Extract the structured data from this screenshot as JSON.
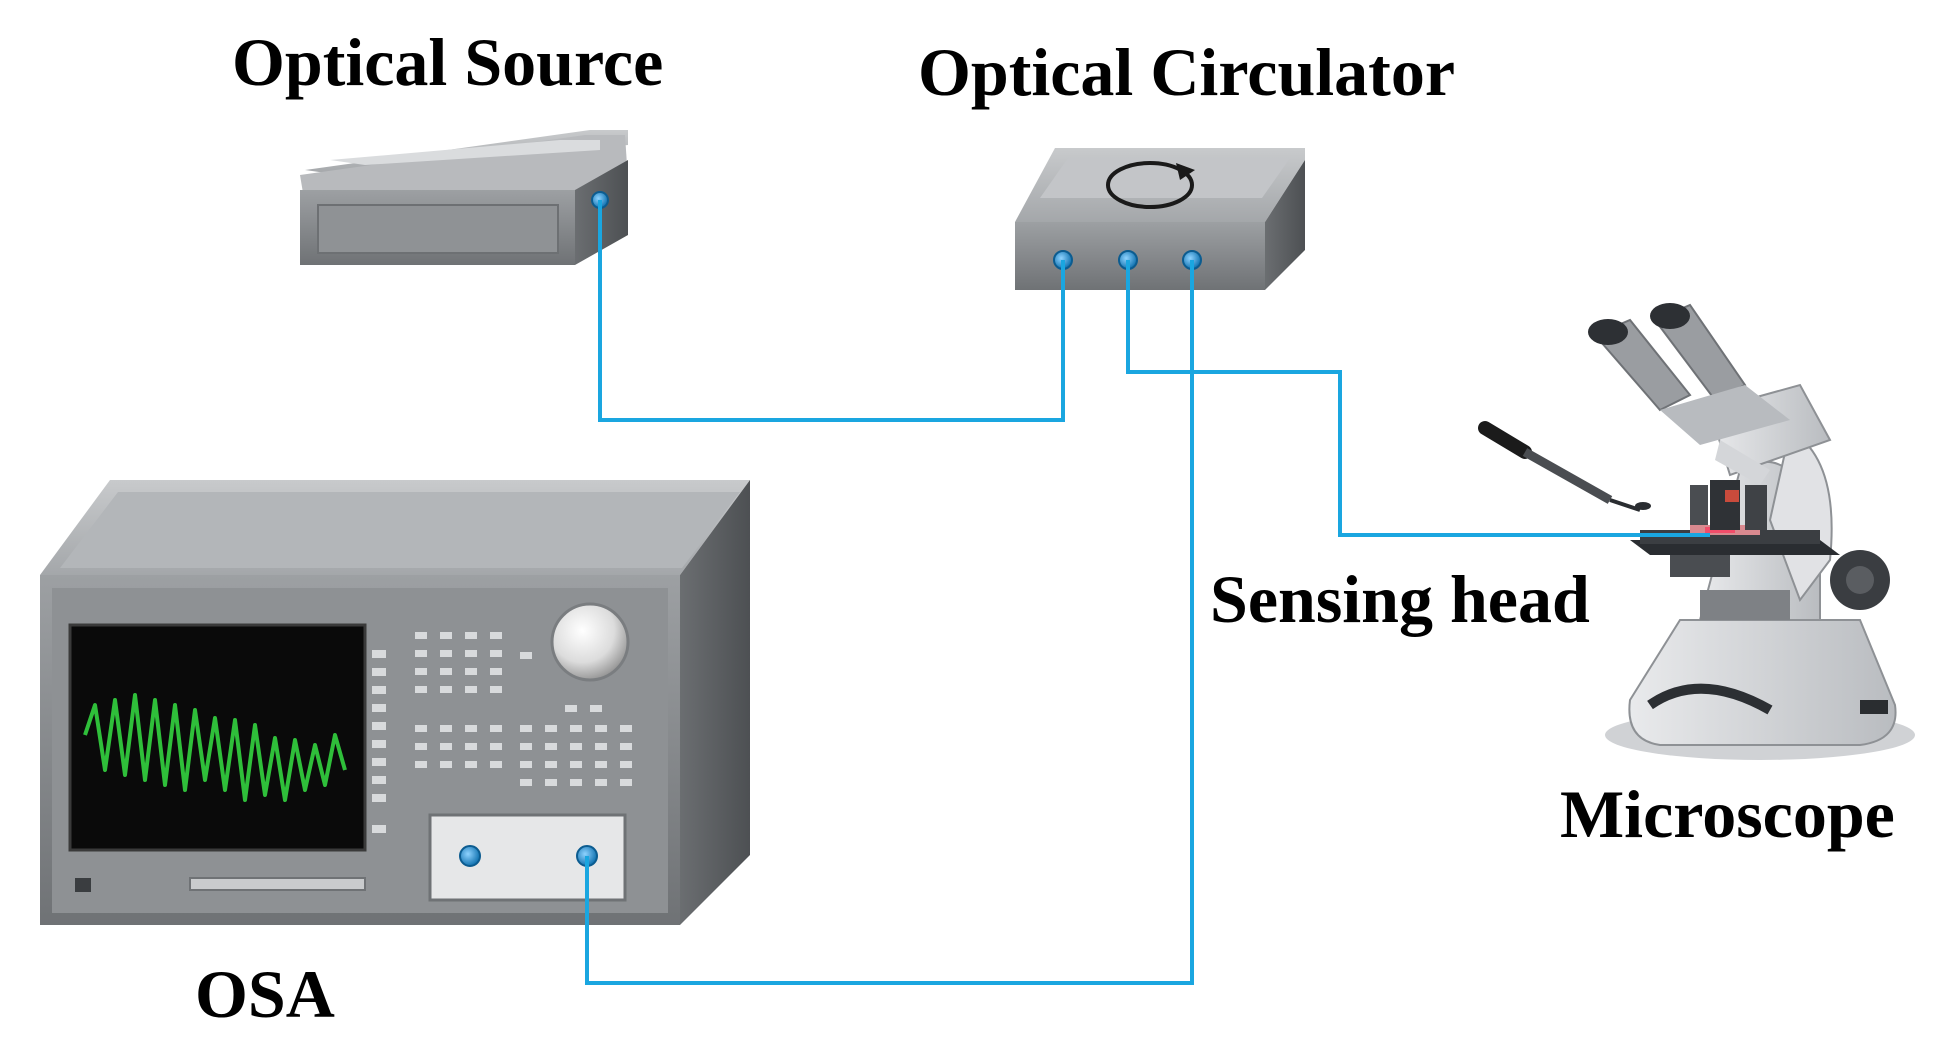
{
  "labels": {
    "optical_source": "Optical Source",
    "optical_circulator": "Optical Circulator",
    "sensing_head": "Sensing head",
    "microscope": "Microscope",
    "osa": "OSA"
  },
  "colors": {
    "fiber": "#1aa6e0",
    "device_body": "#8a8d90",
    "device_dark": "#5c5f62",
    "screen": "#0a0a0a",
    "trace": "#2fbf3a",
    "port": "#1f8fd0",
    "text": "#000000"
  },
  "icons": {
    "optical_source": "benchtop-box-icon",
    "optical_circulator": "circulator-icon",
    "osa": "spectrum-analyzer-icon",
    "microscope": "microscope-icon",
    "pipette": "dropper-icon"
  }
}
